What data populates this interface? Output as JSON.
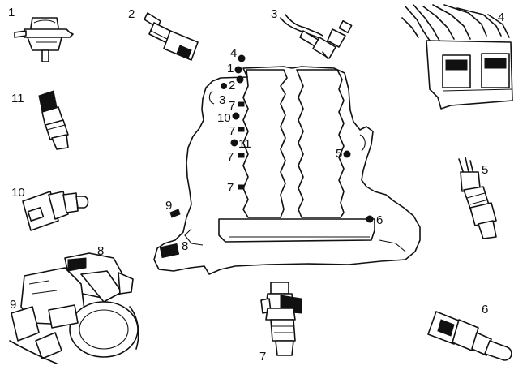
{
  "labels": {
    "part_1": "1",
    "part_2": "2",
    "part_3": "3",
    "part_4": "4",
    "part_5": "5",
    "part_6": "6",
    "part_7": "7",
    "part_8": "8",
    "part_9": "9",
    "part_10": "10",
    "part_11": "11",
    "engine_4": "4",
    "engine_1": "1",
    "engine_2": "2",
    "engine_3": "3",
    "engine_7a": "7",
    "engine_10": "10",
    "engine_7b": "7",
    "engine_11": "11",
    "engine_7c": "7",
    "engine_7d": "7",
    "engine_5": "5",
    "engine_6": "6",
    "engine_9": "9",
    "engine_8": "8"
  }
}
